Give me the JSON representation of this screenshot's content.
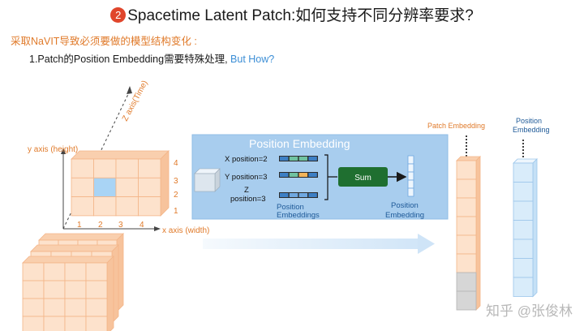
{
  "title": {
    "number": "2",
    "text": "Spacetime Latent Patch:如何支持不同分辨率要求?"
  },
  "subtitle": "采取NaVIT导致必须要做的模型结构变化 :",
  "bullet": {
    "text": "1.Patch的Position Embedding需要特殊处理,",
    "question": "But How?"
  },
  "axes": {
    "z_label": "Z axis(Time)",
    "y_label": "y axis (height)",
    "x_label": "x axis (width)",
    "y_ticks": [
      "4",
      "3",
      "2",
      "1"
    ],
    "x_ticks": [
      "1",
      "2",
      "3",
      "4"
    ]
  },
  "panel": {
    "title": "Position Embedding",
    "x_position": "X position=2",
    "y_position": "Y position=3",
    "z_position_line1": "Z",
    "z_position_line2": "position=3",
    "embeddings_label_line1": "Position",
    "embeddings_label_line2": "Embeddings",
    "sum_label": "Sum",
    "output_label_line1": "Position",
    "output_label_line2": "Embedding"
  },
  "columns": {
    "patch_label": "Patch Embedding",
    "pos_label_line1": "Position",
    "pos_label_line2": "Embedding"
  },
  "watermark": "知乎 @张俊林",
  "colors": {
    "orange": "#e07a2a",
    "panel_bg": "#a8cdee",
    "panel_title": "#ffffff",
    "sum_green": "#1f6f30",
    "cell_fill": "#fde2cc",
    "cell_border": "#f3b588",
    "blue_cell": "#d9ecfa",
    "blue_border": "#9cc6ea",
    "dark_blue": "#1f5a98"
  }
}
